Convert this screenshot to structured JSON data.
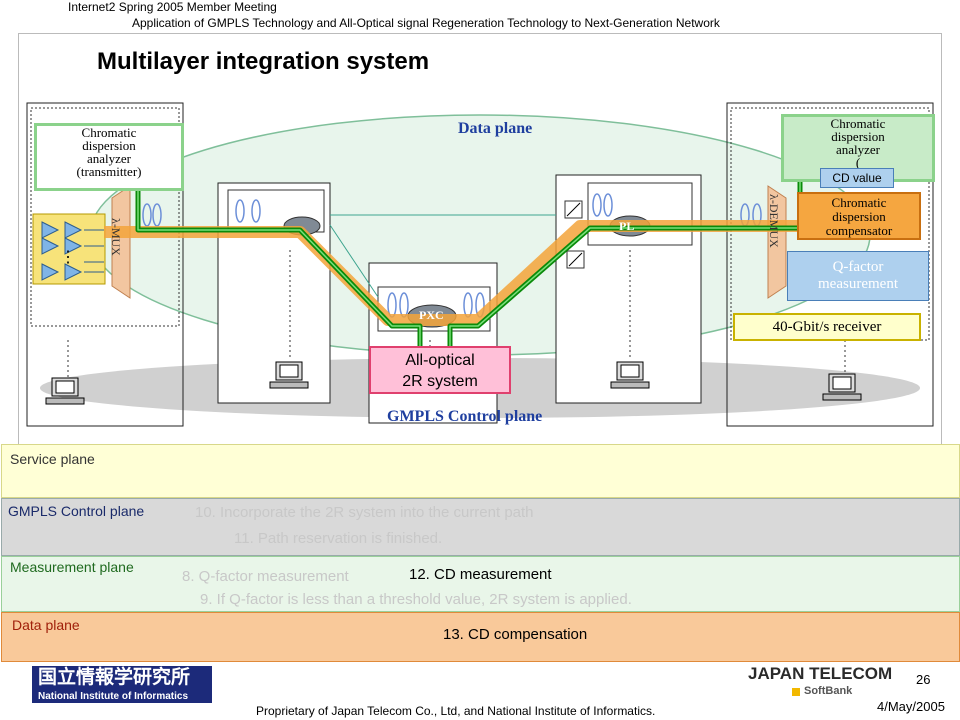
{
  "header": {
    "meeting": "Internet2 Spring 2005 Member Meeting",
    "subtitle": "Application of GMPLS Technology and All-Optical signal Regeneration Technology to Next-Generation Network"
  },
  "slide_title": "Multilayer integration system",
  "diagram": {
    "data_plane_label": "Data plane",
    "control_plane_label": "GMPLS Control plane",
    "cd_analyzer_tx": [
      "Chromatic",
      "dispersion",
      "analyzer",
      "(transmitter)"
    ],
    "cd_analyzer_rx": [
      "Chromatic",
      "dispersion",
      "analyzer",
      "("
    ],
    "cd_value": "CD value",
    "cd_compensator": [
      "Chromatic",
      "dispersion",
      "compensator"
    ],
    "q_factor": [
      "Q-factor",
      "measurement"
    ],
    "receiver": "40-Gbit/s receiver",
    "all_optical": [
      "All-optical",
      "2R system"
    ],
    "mux_label": "λ-MUX",
    "demux_label": "λ-DEMUX",
    "pxc_label": "PXC",
    "pl_label": "PL"
  },
  "bands": {
    "service": {
      "label": "Service plane"
    },
    "gmpls": {
      "label": "GMPLS Control plane",
      "step10": "10. Incorporate the 2R system into the current path",
      "step11": "11. Path reservation is finished."
    },
    "measurement": {
      "label": "Measurement plane",
      "step8": "8. Q-factor measurement",
      "step12": "12. CD measurement",
      "step9": "9. If Q-factor is less than a threshold value, 2R system is applied."
    },
    "data": {
      "label": "Data plane",
      "step13": "13. CD compensation"
    }
  },
  "footer": {
    "page": "26",
    "date": "4/May/2005",
    "proprietary": "Proprietary of Japan Telecom Co., Ltd, and National Institute of Informatics.",
    "nii_jp": "国立情報学研究所",
    "nii_en": "National Institute of Informatics",
    "jt_name": "JAPAN TELECOM",
    "jt_sub": "SoftBank"
  },
  "colors": {
    "green_path": "#0a8a0a",
    "orange_path": "#f3a33a",
    "service_bg": "#ffffd6",
    "gmpls_bg": "#d9d9d9",
    "measure_bg": "#e9f6e9",
    "data_bg": "#f9c99a"
  }
}
